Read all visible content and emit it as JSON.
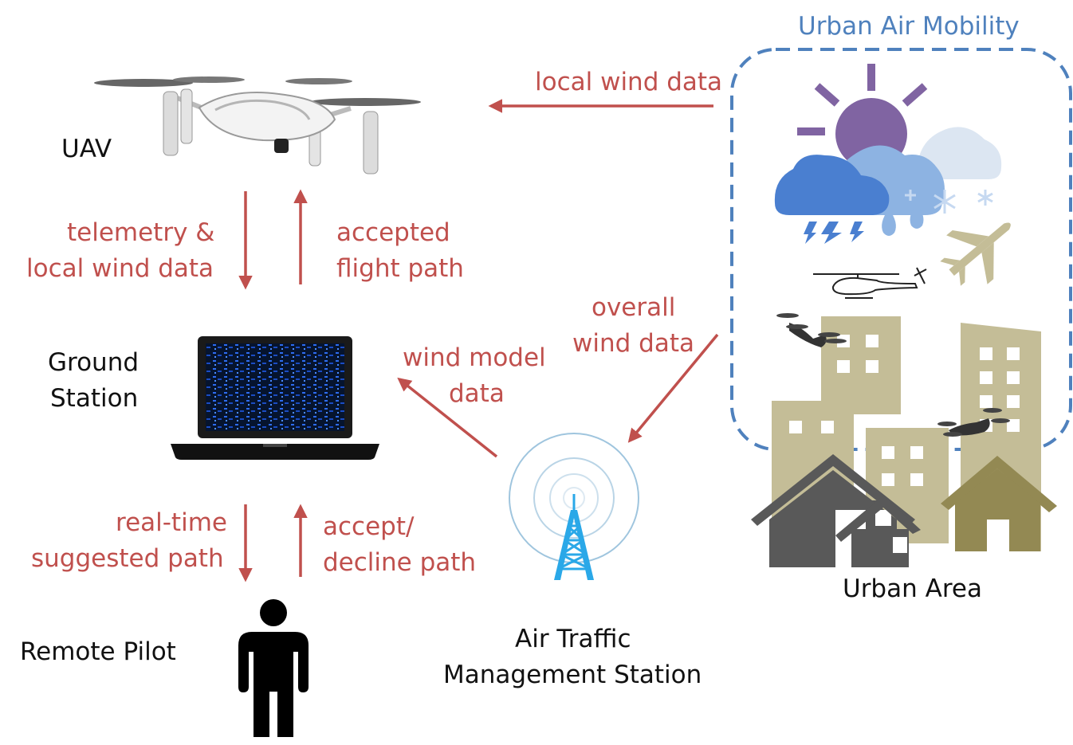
{
  "nodes": {
    "uav": "UAV",
    "ground_station": [
      "Ground",
      "Station"
    ],
    "remote_pilot": "Remote Pilot",
    "atm_station": [
      "Air Traffic",
      "Management Station"
    ],
    "urban_area": "Urban Area",
    "urban_air_mobility": "Urban Air Mobility"
  },
  "flows": {
    "local_wind_data": "local wind data",
    "telemetry": [
      "telemetry &",
      "local wind data"
    ],
    "accepted_flight_path": [
      "accepted",
      "flight path"
    ],
    "overall_wind_data": [
      "overall",
      "wind data"
    ],
    "wind_model_data": [
      "wind model",
      "data"
    ],
    "suggested_path": [
      "real-time",
      "suggested path"
    ],
    "accept_decline": [
      "accept/",
      "decline path"
    ]
  },
  "colors": {
    "arrow": "#c0504d",
    "uam_border": "#4f81bd",
    "sun": "#8064a2",
    "cloud_dark": "#4a7fd0",
    "cloud_mid": "#8db3e2",
    "cloud_light": "#dce6f2",
    "building": "#c4bd97",
    "house_dark": "#595959",
    "house_olive": "#938953",
    "antenna": "#2aa8e8"
  },
  "icons": [
    "quadcopter-uav-icon",
    "laptop-icon",
    "person-icon",
    "radio-tower-icon",
    "sun-icon",
    "cloud-icon",
    "lightning-icon",
    "raindrop-icon",
    "snowflake-icon",
    "airplane-icon",
    "helicopter-icon",
    "drone-icon",
    "building-icon",
    "house-icon"
  ]
}
